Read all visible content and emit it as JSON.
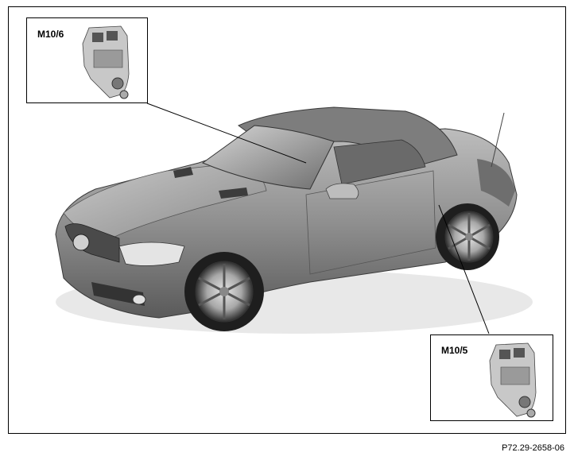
{
  "callouts": {
    "top_left_label": "M10/6",
    "bottom_right_label": "M10/5"
  },
  "figure_id": "P72.29-2658-06"
}
